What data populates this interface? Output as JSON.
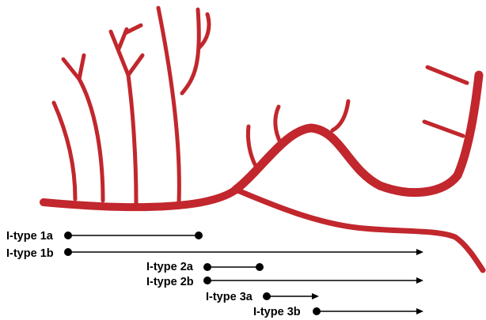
{
  "diagram": {
    "vessel_color": "#c1272d",
    "line_color": "#000000",
    "lesion_types": [
      {
        "label": "I-type 1a",
        "end": "dot"
      },
      {
        "label": "I-type 1b",
        "end": "arrow"
      },
      {
        "label": "I-type 2a",
        "end": "dot"
      },
      {
        "label": "I-type 2b",
        "end": "arrow"
      },
      {
        "label": "I-type 3a",
        "end": "arrow"
      },
      {
        "label": "I-type 3b",
        "end": "arrow"
      }
    ]
  }
}
